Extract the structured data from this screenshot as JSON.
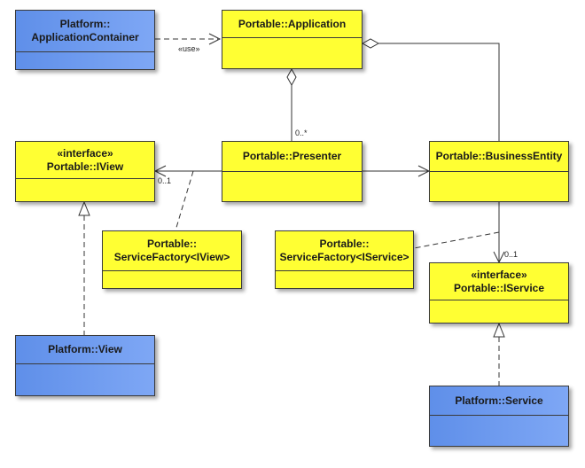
{
  "classes": {
    "app_container": {
      "line1": "Platform::",
      "line2": "ApplicationContainer",
      "color": "#6f9af0"
    },
    "application": {
      "name": "Portable::Application",
      "color": "#ffff33"
    },
    "iview": {
      "stereotype": "«interface»",
      "name": "Portable::IView",
      "color": "#ffff33"
    },
    "presenter": {
      "name": "Portable::Presenter",
      "color": "#ffff33"
    },
    "business_entity": {
      "name": "Portable::BusinessEntity",
      "color": "#ffff33"
    },
    "sf_iview": {
      "line1": "Portable::",
      "line2": "ServiceFactory<IView>",
      "color": "#ffff33"
    },
    "sf_iservice": {
      "line1": "Portable::",
      "line2": "ServiceFactory<IService>",
      "color": "#ffff33"
    },
    "iservice": {
      "stereotype": "«interface»",
      "name": "Portable::IService",
      "color": "#ffff33"
    },
    "view": {
      "name": "Platform::View",
      "color": "#6f9af0"
    },
    "service": {
      "name": "Platform::Service",
      "color": "#6f9af0"
    }
  },
  "labels": {
    "use": "«use»",
    "mult_presenter": "0..*",
    "mult_iview": "0..1",
    "mult_iservice": "0..1"
  }
}
